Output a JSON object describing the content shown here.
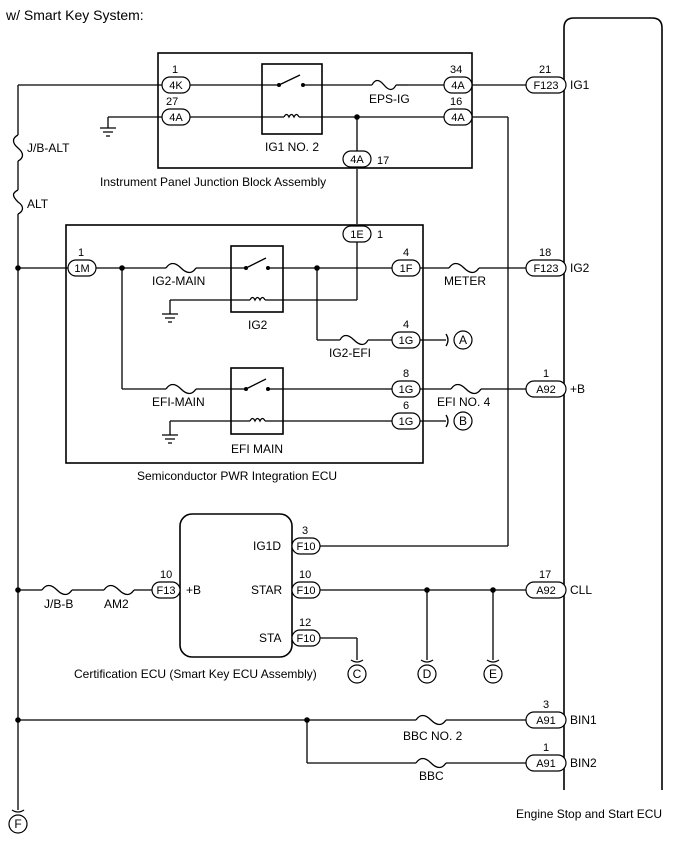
{
  "header": {
    "title": "w/ Smart Key System:"
  },
  "blocks": {
    "ipjb": "Instrument Panel Junction Block Assembly",
    "spie": "Semiconductor PWR Integration ECU",
    "cert": "Certification ECU (Smart Key ECU Assembly)",
    "engine": "Engine Stop and Start ECU"
  },
  "relays": {
    "ig1no2": "IG1 NO. 2",
    "ig2": "IG2",
    "efimain": "EFI MAIN"
  },
  "fuses": {
    "jbalt": "J/B-ALT",
    "alt": "ALT",
    "epsig": "EPS-IG",
    "ig2main": "IG2-MAIN",
    "meter": "METER",
    "ig2efi": "IG2-EFI",
    "efimain": "EFI-MAIN",
    "efino4": "EFI NO. 4",
    "jbb": "J/B-B",
    "am2": "AM2",
    "bbcno2": "BBC NO. 2",
    "bbc": "BBC"
  },
  "connectors": {
    "c1": "4K",
    "c2": "4A",
    "c3": "4A",
    "c4": "4A",
    "c5": "4A",
    "c6": "F123",
    "c7": "1E",
    "c8": "1M",
    "c9": "1F",
    "c10": "F123",
    "c11": "1G",
    "c12": "1G",
    "c13": "A92",
    "c14": "1G",
    "c15": "F10",
    "c16": "F13",
    "c17": "F10",
    "c18": "A92",
    "c19": "F10",
    "c20": "A91",
    "c21": "A91"
  },
  "pins": {
    "p1": "1",
    "p2": "27",
    "p3": "34",
    "p4": "16",
    "p5": "17",
    "p6": "21",
    "p7": "1",
    "p8": "1",
    "p9": "4",
    "p10": "18",
    "p11": "4",
    "p12": "8",
    "p13": "1",
    "p14": "6",
    "p15": "3",
    "p16": "10",
    "p17": "10",
    "p18": "17",
    "p19": "12",
    "p20": "3",
    "p21": "1"
  },
  "terminals": {
    "ig1": "IG1",
    "ig2": "IG2",
    "b": "+B",
    "cll": "CLL",
    "bin1": "BIN1",
    "bin2": "BIN2",
    "ig1d": "IG1D",
    "star": "STAR",
    "sta": "STA",
    "certb": "+B"
  },
  "refs": {
    "a": "A",
    "b": "B",
    "c": "C",
    "d": "D",
    "e": "E",
    "f": "F"
  }
}
